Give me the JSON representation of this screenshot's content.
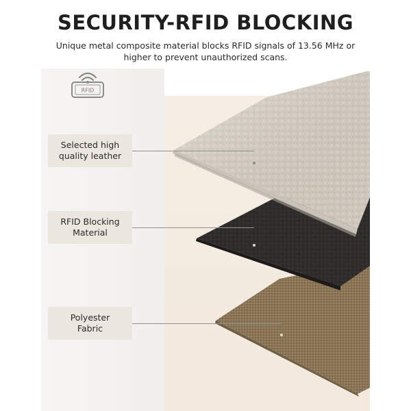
{
  "header": {
    "title": "SECURITY-RFID BLOCKING",
    "subtitle": "Unique metal composite material blocks RFID signals of 13.56 MHz or higher to prevent unauthorized scans."
  },
  "badge": {
    "label": "RFID",
    "icon": "wifi-signal-icon"
  },
  "layers": [
    {
      "label": "Selected high\nquality leather",
      "color": "#ddd6ca"
    },
    {
      "label": "RFID Blocking\nMaterial",
      "color": "#2f2d2b"
    },
    {
      "label": "Polyester\nFabric",
      "color": "#8a7656"
    }
  ],
  "colors": {
    "accent_bg": "#f3e9dd",
    "label_bg": "#ebe6df",
    "text": "#1f1f1f"
  }
}
